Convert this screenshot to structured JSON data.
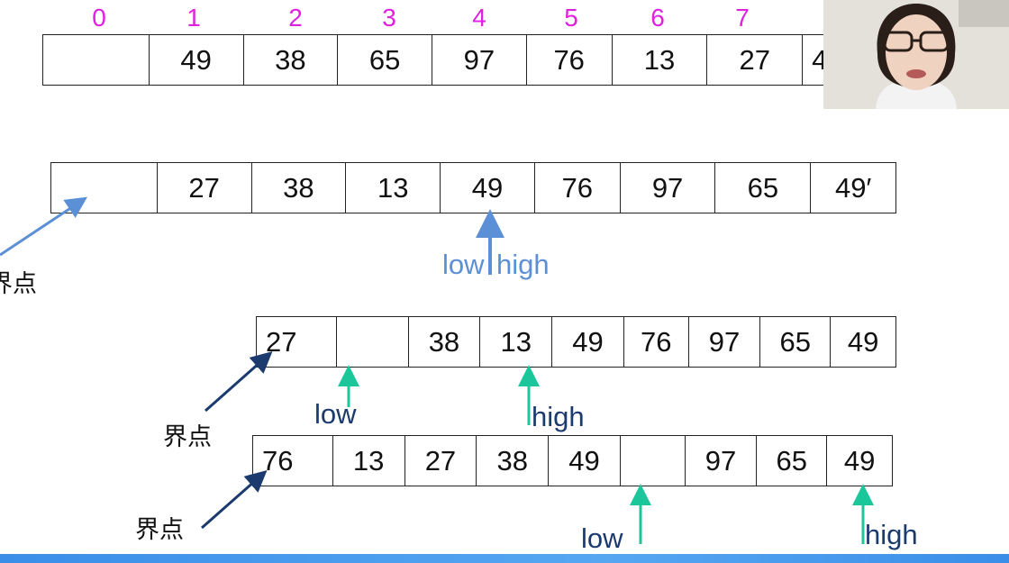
{
  "index_labels": [
    "0",
    "1",
    "2",
    "3",
    "4",
    "5",
    "6",
    "7"
  ],
  "row1": [
    "",
    "49",
    "38",
    "65",
    "97",
    "76",
    "13",
    "27",
    "4"
  ],
  "row2": [
    "",
    "27",
    "38",
    "13",
    "49",
    "76",
    "97",
    "65",
    "49′"
  ],
  "row2_pointer_label_low": "low",
  "row2_pointer_label_high": "high",
  "row3": [
    "27",
    "",
    "38",
    "13",
    "49",
    "76",
    "97",
    "65",
    "49"
  ],
  "row4": [
    "76",
    "13",
    "27",
    "38",
    "49",
    "",
    "97",
    "65",
    "49"
  ],
  "pivot_label": "界点",
  "pivot_label_partial": "界点",
  "low_label": "low",
  "high_label": "high",
  "colors": {
    "index": "#e020e0",
    "row2_pointer": "#5b8fd6",
    "green_pointer": "#1bc79a",
    "pivot_arrow": "#1b3a6e",
    "row2_pivot_arrow": "#5b8fd6"
  },
  "webcam": {
    "name": "presenter-webcam"
  }
}
